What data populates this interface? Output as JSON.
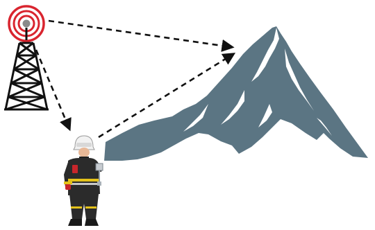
{
  "diagram": {
    "nodes": [
      {
        "id": "tower",
        "icon": "radio-tower-icon",
        "signal_color": "#d9252f",
        "structure_color": "#111111"
      },
      {
        "id": "mountain",
        "icon": "mountain-icon",
        "color": "#5b7583"
      },
      {
        "id": "firefighter",
        "icon": "firefighter-icon",
        "jacket_color": "#2b2b2b",
        "stripe_color": "#e4c21a",
        "accent_color": "#c8262b"
      }
    ],
    "edges": [
      {
        "from": "tower",
        "to": "mountain",
        "style": "dashed",
        "arrow": true
      },
      {
        "from": "tower",
        "to": "firefighter",
        "style": "dashed",
        "arrow": true
      },
      {
        "from": "firefighter",
        "to": "mountain",
        "style": "dashed",
        "arrow": true
      }
    ],
    "colors": {
      "background": "#ffffff",
      "arrow": "#111111"
    }
  }
}
